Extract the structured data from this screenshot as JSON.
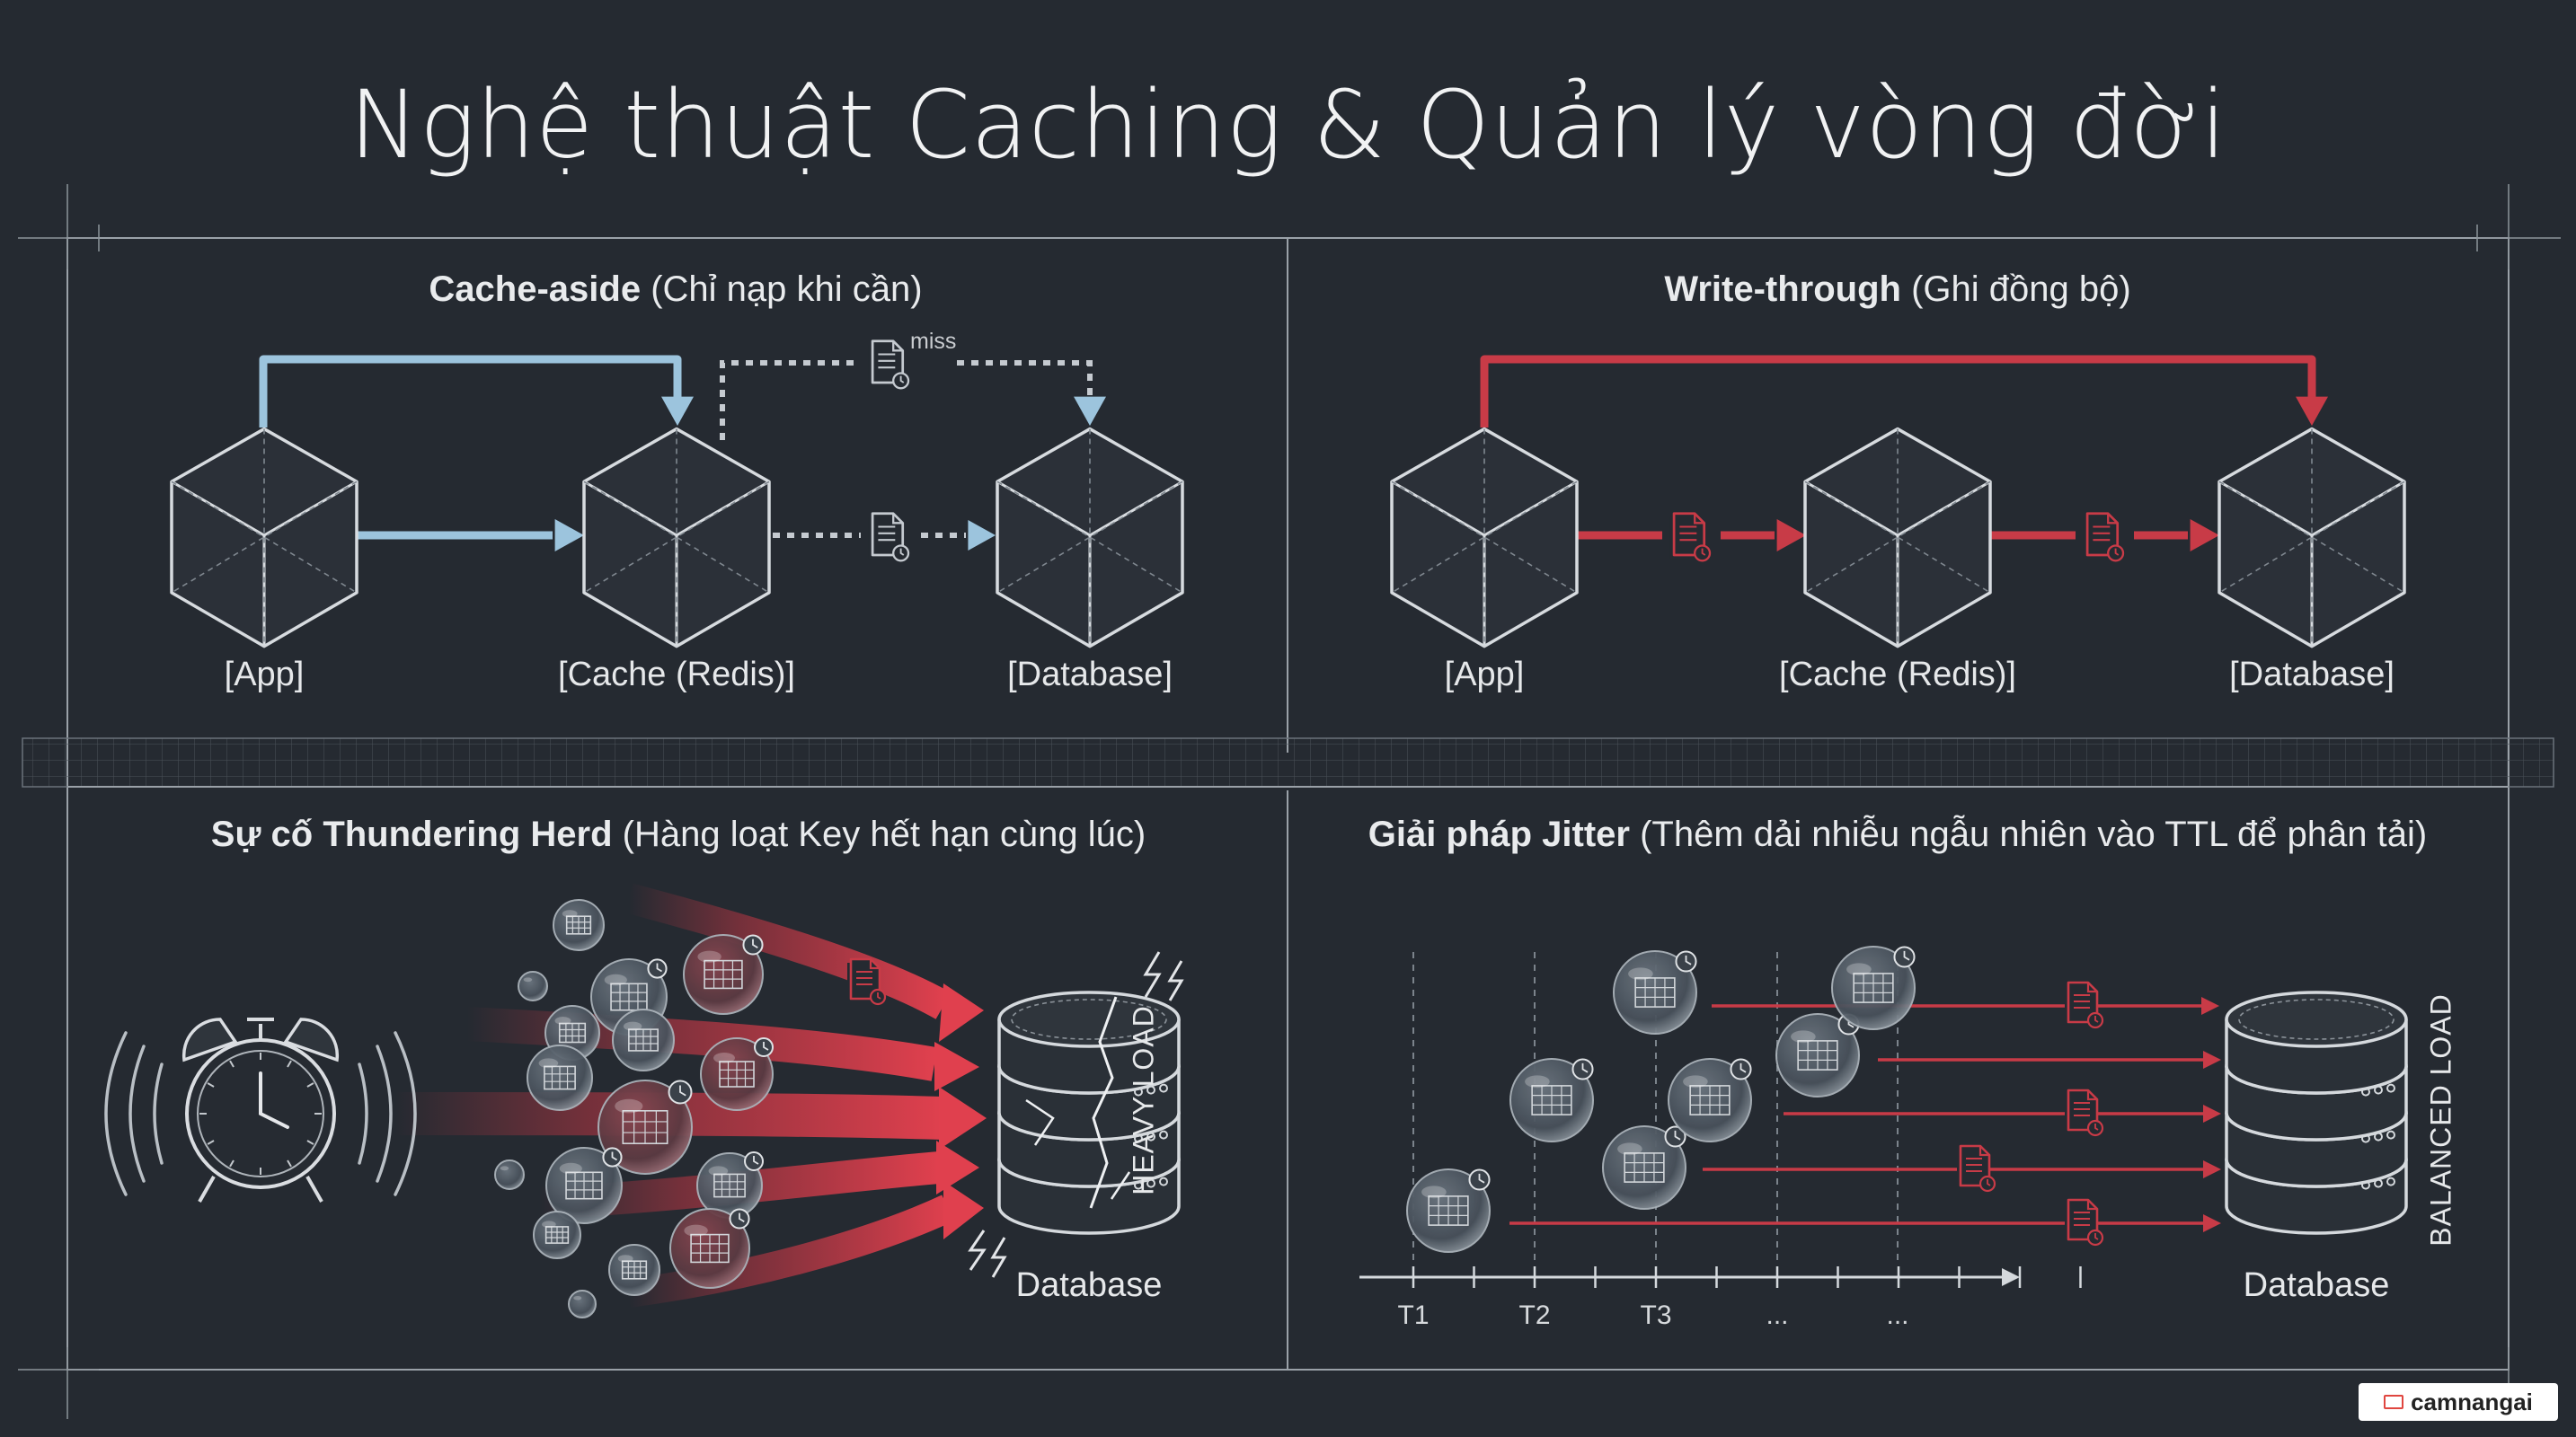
{
  "title": "Nghệ thuật Caching & Quản lý vòng đời",
  "panels": {
    "cache_aside": {
      "title_bold": "Cache-aside",
      "title_rest": " (Chỉ nạp khi cần)",
      "miss_label": "miss",
      "nodes": [
        "[App]",
        "[Cache (Redis)]",
        "[Database]"
      ]
    },
    "write_through": {
      "title_bold": "Write-through",
      "title_rest": " (Ghi đồng bộ)",
      "nodes": [
        "[App]",
        "[Cache (Redis)]",
        "[Database]"
      ]
    },
    "thundering_herd": {
      "title_bold": "Sự cố Thundering Herd",
      "title_rest": " (Hàng loạt Key hết hạn cùng lúc)",
      "db_label": "Database",
      "load_label": "HEAVY LOAD"
    },
    "jitter": {
      "title_bold": "Giải pháp Jitter",
      "title_rest": " (Thêm dải nhiễu ngẫu nhiên vào TTL để phân tải)",
      "db_label": "Database",
      "load_label": "BALANCED LOAD",
      "ticks": [
        "T1",
        "T2",
        "T3",
        "...",
        "..."
      ]
    }
  },
  "badge": {
    "label": "camnangai"
  },
  "colors": {
    "background": "#252a31",
    "blue_arrow": "#9cc4dd",
    "red_arrow": "#c83b47",
    "line": "#c9cdd2"
  }
}
